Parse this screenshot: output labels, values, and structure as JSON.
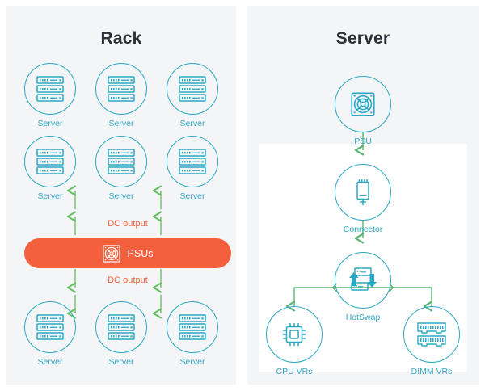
{
  "theme": {
    "page_bg": "#ffffff",
    "panel_bg": "#f4f5f6",
    "inner_bg": "#ffffff",
    "accent_teal": "#2aa9c4",
    "label_teal": "#35a7c6",
    "accent_orange": "#f4603e",
    "arrow_green": "#6cbf6a",
    "title_color": "#2b2f36"
  },
  "panels": {
    "rack": {
      "title": "Rack",
      "servers_top": [
        {
          "label": "Server",
          "icon": "server-rack-icon"
        },
        {
          "label": "Server",
          "icon": "server-rack-icon"
        },
        {
          "label": "Server",
          "icon": "server-rack-icon"
        }
      ],
      "servers_mid": [
        {
          "label": "Server",
          "icon": "server-rack-icon"
        },
        {
          "label": "Server",
          "icon": "server-rack-icon"
        },
        {
          "label": "Server",
          "icon": "server-rack-icon"
        }
      ],
      "servers_bottom": [
        {
          "label": "Server",
          "icon": "server-rack-icon"
        },
        {
          "label": "Server",
          "icon": "server-rack-icon"
        },
        {
          "label": "Server",
          "icon": "server-rack-icon"
        }
      ],
      "dc_output_top": "DC output",
      "dc_output_bottom": "DC output",
      "psu_bar": {
        "label": "PSUs",
        "icon": "psu-fan-icon"
      }
    },
    "server": {
      "title": "Server",
      "nodes": [
        {
          "label": "PSU",
          "icon": "psu-fan-icon"
        },
        {
          "label": "Connector",
          "icon": "connector-plug-icon"
        },
        {
          "label": "HotSwap",
          "icon": "hotswap-arrows-icon"
        },
        {
          "label": "CPU VRs",
          "icon": "cpu-chip-icon"
        },
        {
          "label": "DIMM VRs",
          "icon": "dimm-memory-icon"
        }
      ]
    }
  },
  "chart_data": {
    "type": "diagram",
    "title": "Rack and Server power delivery block diagram",
    "nodes": [
      {
        "id": "rack-server-1",
        "group": "rack-top",
        "label": "Server"
      },
      {
        "id": "rack-server-2",
        "group": "rack-top",
        "label": "Server"
      },
      {
        "id": "rack-server-3",
        "group": "rack-top",
        "label": "Server"
      },
      {
        "id": "rack-server-4",
        "group": "rack-mid",
        "label": "Server"
      },
      {
        "id": "rack-server-5",
        "group": "rack-mid",
        "label": "Server"
      },
      {
        "id": "rack-server-6",
        "group": "rack-mid",
        "label": "Server"
      },
      {
        "id": "psus",
        "group": "rack-bar",
        "label": "PSUs"
      },
      {
        "id": "rack-server-7",
        "group": "rack-bottom",
        "label": "Server"
      },
      {
        "id": "rack-server-8",
        "group": "rack-bottom",
        "label": "Server"
      },
      {
        "id": "rack-server-9",
        "group": "rack-bottom",
        "label": "Server"
      },
      {
        "id": "psu",
        "group": "server",
        "label": "PSU"
      },
      {
        "id": "connector",
        "group": "server",
        "label": "Connector"
      },
      {
        "id": "hotswap",
        "group": "server",
        "label": "HotSwap"
      },
      {
        "id": "cpu-vrs",
        "group": "server",
        "label": "CPU VRs"
      },
      {
        "id": "dimm-vrs",
        "group": "server",
        "label": "DIMM VRs"
      }
    ],
    "edges": [
      {
        "from": "psus",
        "to": "rack-mid",
        "label": "DC output",
        "direction": "up"
      },
      {
        "from": "psus",
        "to": "rack-bottom",
        "label": "DC output",
        "direction": "down"
      },
      {
        "from": "psu",
        "to": "connector",
        "label": "",
        "direction": "down"
      },
      {
        "from": "connector",
        "to": "hotswap",
        "label": "",
        "direction": "down"
      },
      {
        "from": "hotswap",
        "to": "cpu-vrs",
        "label": "",
        "direction": "down-left"
      },
      {
        "from": "hotswap",
        "to": "dimm-vrs",
        "label": "",
        "direction": "down-right"
      }
    ]
  }
}
